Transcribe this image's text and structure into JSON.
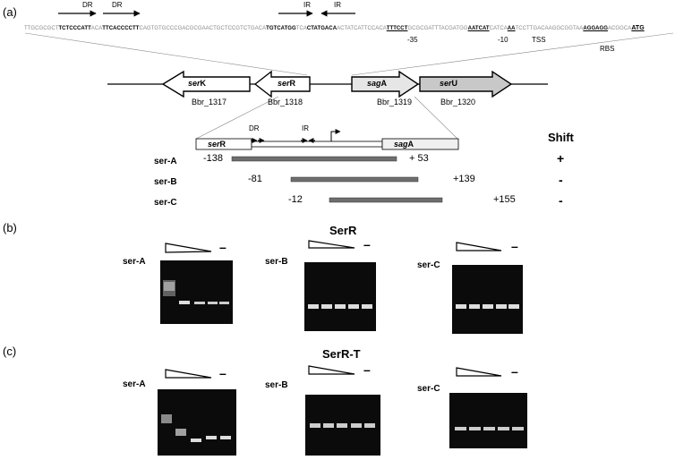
{
  "panels": {
    "a": "(a)",
    "b": "(b)",
    "c": "(c)"
  },
  "sequence": {
    "s1": "TTGCGCGCT",
    "s2": "TCTCCCATT",
    "s3": "ACA",
    "s4": "TTCACCCCTT",
    "s5": "CAGTGTGCCCGACGCGAACTGCTCCGTCTGACA",
    "s6": "TGTCATGG",
    "s7": "TCA",
    "s8": "CTATGACA",
    "s9": "ACTATCATTCCACA",
    "s10": "TTTCCT",
    "s11": "GCGCGATTTACGATGG",
    "s12": "AATCAT",
    "s13": "CATCA",
    "s14": "AA",
    "s15": "TCCTTGACAAGGCGGTAA",
    "s16": "AGGAGG",
    "s17": "ACGGCA",
    "s18": "ATG"
  },
  "seq_marks": {
    "dr1": "DR",
    "dr2": "DR",
    "ir1": "IR",
    "ir2": "IR",
    "m35": "-35",
    "m10": "-10",
    "tss": "TSS",
    "rbs": "RBS"
  },
  "genes": {
    "serK": {
      "italic": "ser",
      "rest": "K",
      "locus": "Bbr_1317"
    },
    "serR": {
      "italic": "ser",
      "rest": "R",
      "locus": "Bbr_1318"
    },
    "sagA": {
      "italic": "sag",
      "rest": "A",
      "locus": "Bbr_1319"
    },
    "serU": {
      "italic": "ser",
      "rest": "U",
      "locus": "Bbr_1320"
    }
  },
  "zoom": {
    "serR": {
      "italic": "ser",
      "rest": "R"
    },
    "sagA": {
      "italic": "sag",
      "rest": "A"
    },
    "dr": "DR",
    "ir": "IR"
  },
  "shift_header": "Shift",
  "probes": [
    {
      "name": "ser-A",
      "start": "-138",
      "end": "+ 53",
      "shift": "+"
    },
    {
      "name": "ser-B",
      "start": "-81",
      "end": "+139",
      "shift": "-"
    },
    {
      "name": "ser-C",
      "start": "-12",
      "end": "+155",
      "shift": "-"
    }
  ],
  "gel_b": {
    "title": "SerR",
    "labels": [
      "ser-A",
      "ser-B",
      "ser-C"
    ],
    "minus": "–"
  },
  "gel_c": {
    "title": "SerR-T",
    "labels": [
      "ser-A",
      "ser-B",
      "ser-C"
    ],
    "minus": "–"
  },
  "colors": {
    "band": "#e8e8e8",
    "probe_bar": "#6e6e6e",
    "gene_gray": "#c8c8c8"
  }
}
